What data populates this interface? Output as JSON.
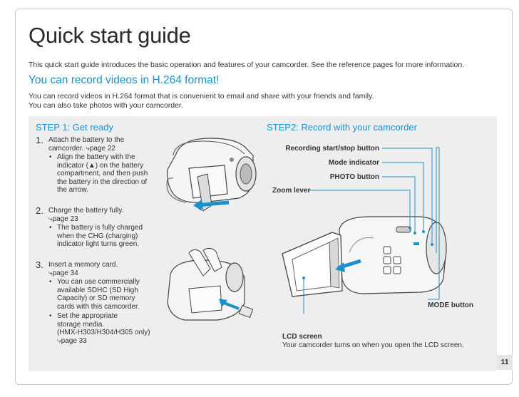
{
  "page": {
    "title": "Quick start guide",
    "intro": "This quick start guide introduces the basic operation and features of your camcorder. See the reference pages for more information.",
    "headline": "You can record videos in H.264 format!",
    "para_line1": "You can record videos in H.264 format that is convenient to email and share with your friends and family.",
    "para_line2": "You can also take photos with your camcorder.",
    "page_number": "11"
  },
  "step1": {
    "title": "STEP 1: Get ready",
    "items": [
      {
        "num": "1.",
        "line1": "Attach the battery to the",
        "line2": "camcorder. ⤷page 22",
        "bullets": [
          [
            "Align the battery with the",
            "indicator (▲) on the battery",
            "compartment, and then push",
            "the battery in the direction of",
            "the arrow."
          ]
        ]
      },
      {
        "num": "2.",
        "line1": "Charge the battery fully.",
        "line2": "⤷page 23",
        "bullets": [
          [
            "The battery is fully charged",
            "when the CHG (charging)",
            "indicator light turns green."
          ]
        ]
      },
      {
        "num": "3.",
        "line1": "Insert a memory card.",
        "line2": "⤷page 34",
        "bullets": [
          [
            "You can use commercially",
            "available SDHC (SD High",
            "Capacity) or SD memory",
            "cards with this camcorder."
          ],
          [
            "Set the appropriate",
            "storage media.",
            "(HMX-H303/H304/H305 only)",
            "⤷page 33"
          ]
        ]
      }
    ]
  },
  "step2": {
    "title": "STEP2: Record with your camcorder",
    "labels": {
      "recording": "Recording start/stop button",
      "mode_indicator": "Mode indicator",
      "photo": "PHOTO button",
      "zoom": "Zoom lever",
      "mode_button": "MODE button"
    },
    "lcd_title": "LCD screen",
    "lcd_text": "Your camcorder turns on when you open the LCD screen."
  },
  "colors": {
    "accent": "#1d8fc9",
    "panel_bg": "#eeeeee",
    "callout_line": "#1d8fc9"
  }
}
